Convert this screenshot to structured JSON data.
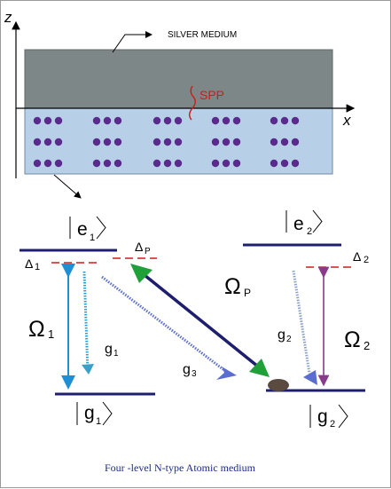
{
  "medium": {
    "silver_label": "SILVER MEDIUM",
    "spp_label": "SPP",
    "axis_z": "z",
    "axis_x": "x"
  },
  "levels": {
    "e1": {
      "label": "e",
      "sub": "1"
    },
    "e2": {
      "label": "e",
      "sub": "2"
    },
    "g1": {
      "label": "g",
      "sub": "1"
    },
    "g2": {
      "label": "g",
      "sub": "2"
    }
  },
  "detunings": {
    "delta1": {
      "symbol": "Δ",
      "sub": "1"
    },
    "deltaP": {
      "symbol": "Δ",
      "sub": "P"
    },
    "delta2": {
      "symbol": "Δ",
      "sub": "2"
    }
  },
  "rabi": {
    "omega1": {
      "symbol": "Ω",
      "sub": "1"
    },
    "omegaP": {
      "symbol": "Ω",
      "sub": "P"
    },
    "omega2": {
      "symbol": "Ω",
      "sub": "2"
    }
  },
  "decays": {
    "g1": {
      "symbol": "g",
      "sub": "1"
    },
    "g2": {
      "symbol": "g",
      "sub": "2"
    },
    "g3": {
      "symbol": "g",
      "sub": "3"
    }
  },
  "caption": "Four -level  N-type Atomic medium",
  "colors": {
    "silver": "#7e8787",
    "atomic_layer": "#b8cfe8",
    "atom_dot": "#5a2b8c",
    "level_line": "#1e1e6e",
    "detuning_dash": "#d01a1a",
    "spp_wave": "#d01a1a",
    "omega1_arrow": "#1c8fd6",
    "omegaP_arrow": "#1e1e6e",
    "omegaP_head_green": "#1fa038",
    "omega2_arrow": "#8a3a8a"
  }
}
